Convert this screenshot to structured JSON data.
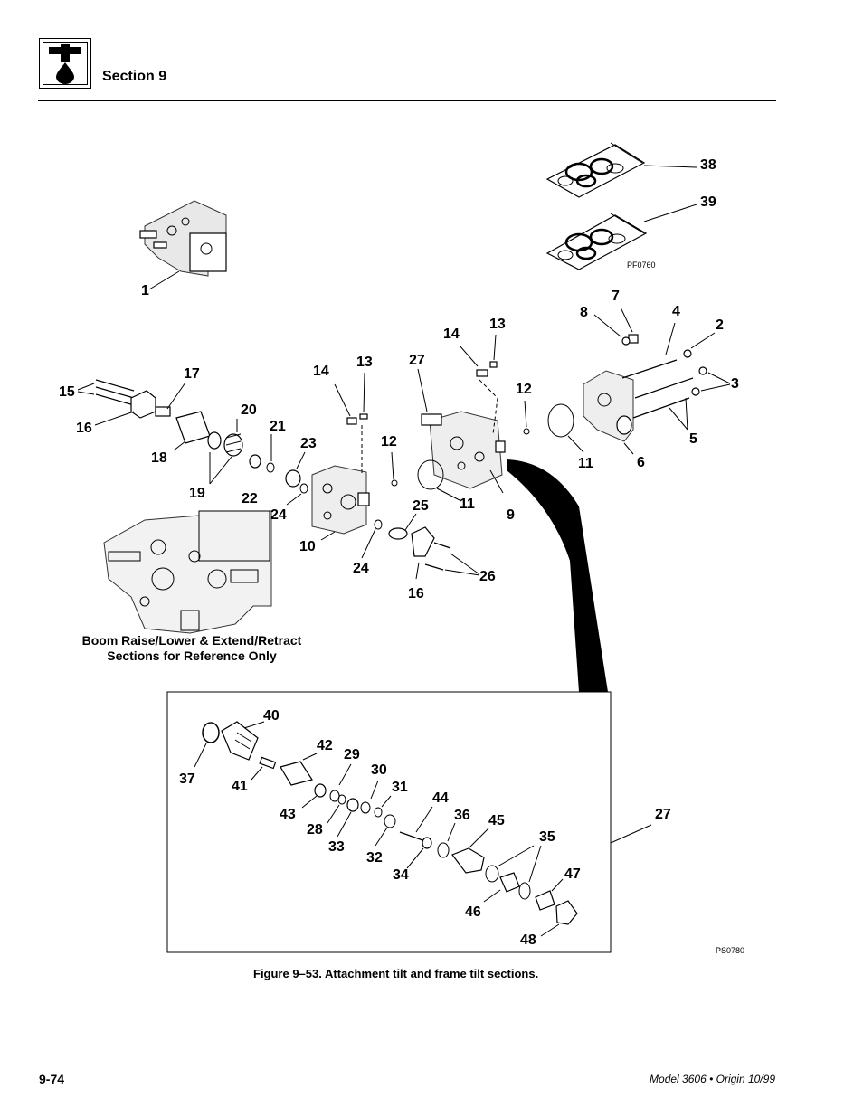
{
  "header": {
    "section_label": "Section 9",
    "logo_icon": "hydraulic-fluid-drop-icon"
  },
  "figure": {
    "caption": "Figure 9–53.  Attachment tilt and frame tilt sections.",
    "reference_note": "Boom Raise/Lower & Extend/Retract\nSections for Reference Only",
    "image_codes": [
      "PF0760",
      "PS0780"
    ],
    "callouts": [
      "1",
      "2",
      "3",
      "4",
      "5",
      "6",
      "7",
      "8",
      "9",
      "10",
      "11",
      "11",
      "12",
      "12",
      "13",
      "13",
      "14",
      "14",
      "15",
      "16",
      "16",
      "17",
      "18",
      "19",
      "20",
      "21",
      "22",
      "23",
      "24",
      "24",
      "25",
      "26",
      "27",
      "27",
      "28",
      "29",
      "30",
      "31",
      "32",
      "33",
      "34",
      "35",
      "36",
      "37",
      "38",
      "39",
      "40",
      "41",
      "42",
      "43",
      "44",
      "45",
      "46",
      "47",
      "48"
    ]
  },
  "footer": {
    "page_number": "9-74",
    "model_origin": "Model 3606 • Origin 10/99"
  }
}
